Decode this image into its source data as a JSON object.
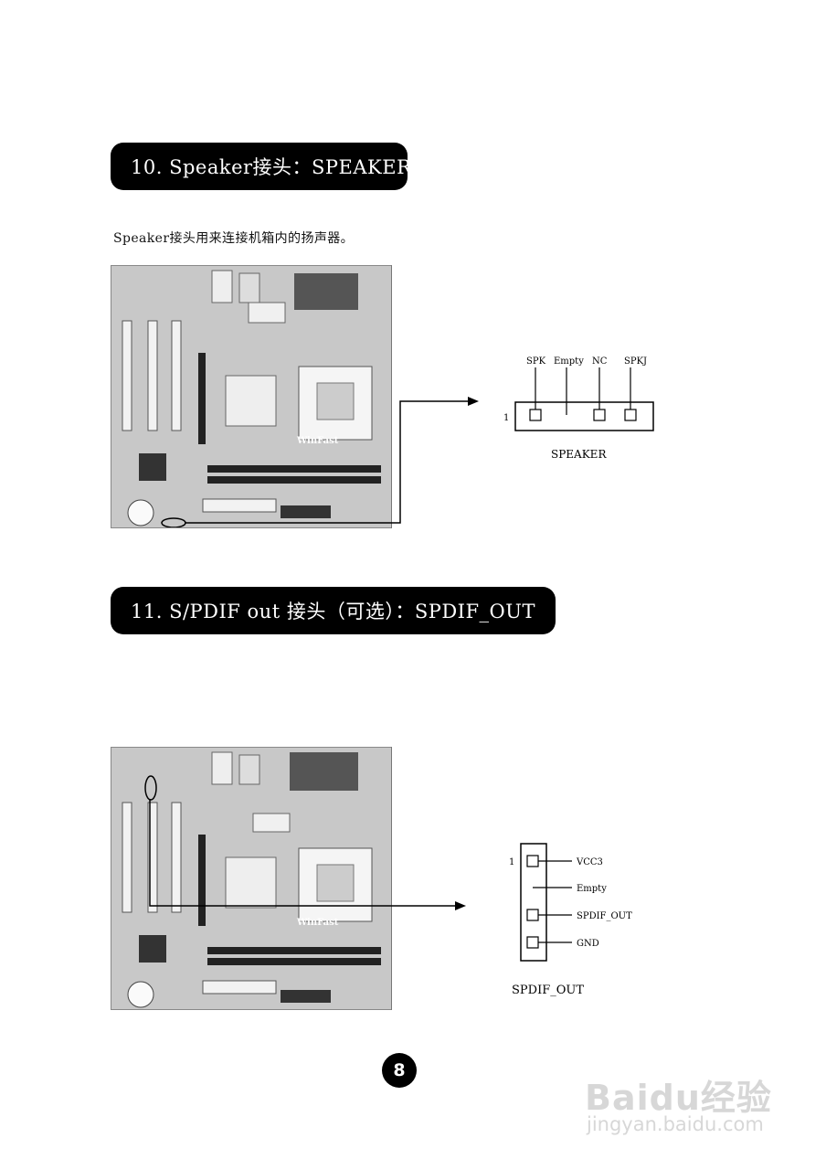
{
  "sections": [
    {
      "title": "10. Speaker接头：SPEAKER",
      "intro": "Speaker接头用来连接机箱内的扬声器。",
      "diagram": {
        "pin_one_label": "1",
        "pins": [
          "SPK",
          "Empty",
          "NC",
          "SPKJ"
        ],
        "caption": "SPEAKER"
      }
    },
    {
      "title": "11. S/PDIF out 接头（可选）：SPDIF_OUT",
      "diagram": {
        "pin_one_label": "1",
        "pins": [
          "VCC3",
          "Empty",
          "SPDIF_OUT",
          "GND"
        ],
        "caption": "SPDIF_OUT"
      }
    }
  ],
  "board_silkscreen": "WinFast",
  "page_number": "8",
  "watermark": {
    "logo": "Baidu经验",
    "url": "jingyan.baidu.com"
  }
}
